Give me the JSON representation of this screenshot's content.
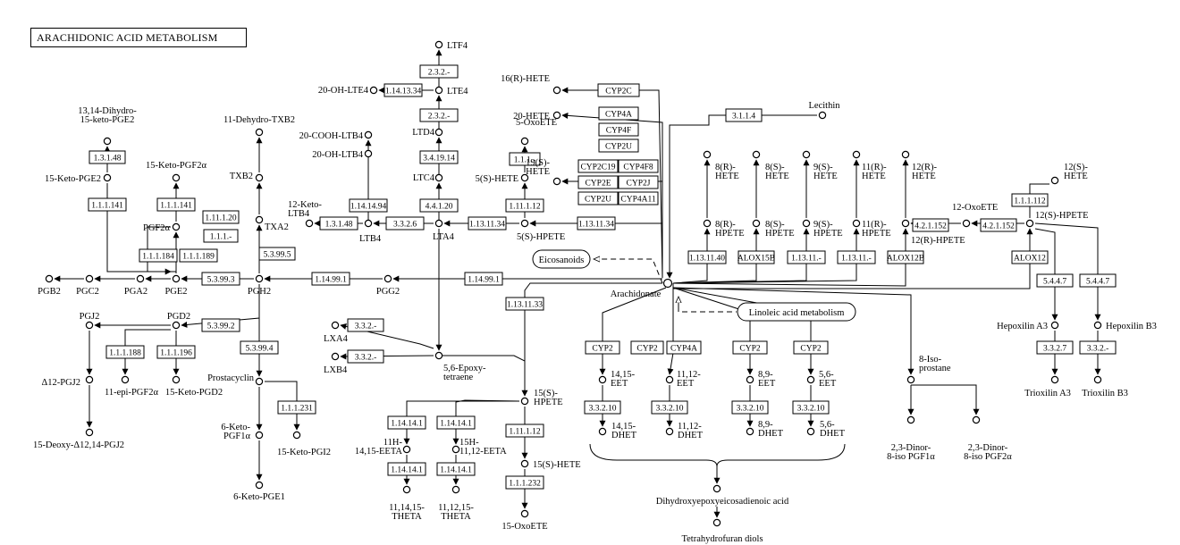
{
  "title": "ARACHIDONIC ACID METABOLISM",
  "compounds": [
    {
      "id": "LTF4",
      "lines": [
        "LTF4"
      ]
    },
    {
      "id": "LTE4",
      "lines": [
        "LTE4"
      ]
    },
    {
      "id": "OHLTE4",
      "lines": [
        "20-OH-LTE4"
      ]
    },
    {
      "id": "LTD4",
      "lines": [
        "LTD4"
      ]
    },
    {
      "id": "COOHLTB4",
      "lines": [
        "20-COOH-LTB4"
      ]
    },
    {
      "id": "OHLTB4",
      "lines": [
        "20-OH-LTB4"
      ]
    },
    {
      "id": "LTC4",
      "lines": [
        "LTC4"
      ]
    },
    {
      "id": "LTA4",
      "lines": [
        "LTA4"
      ]
    },
    {
      "id": "LTB4",
      "lines": [
        "LTB4"
      ]
    },
    {
      "id": "KETOLTB4",
      "lines": [
        "12-Keto-",
        "LTB4"
      ]
    },
    {
      "id": "DHKPGE2",
      "lines": [
        "13,14-Dihydro-",
        "15-keto-PGE2"
      ]
    },
    {
      "id": "KPGE2",
      "lines": [
        "15-Keto-PGE2"
      ]
    },
    {
      "id": "DHTXB2",
      "lines": [
        "11-Dehydro-TXB2"
      ]
    },
    {
      "id": "TXB2",
      "lines": [
        "TXB2"
      ]
    },
    {
      "id": "TXA2",
      "lines": [
        "TXA2"
      ]
    },
    {
      "id": "KPGF2A",
      "lines": [
        "15-Keto-PGF2α"
      ]
    },
    {
      "id": "PGF2A",
      "lines": [
        "PGF2α"
      ]
    },
    {
      "id": "PGE2",
      "lines": [
        "PGE2"
      ]
    },
    {
      "id": "PGA2",
      "lines": [
        "PGA2"
      ]
    },
    {
      "id": "PGC2",
      "lines": [
        "PGC2"
      ]
    },
    {
      "id": "PGB2",
      "lines": [
        "PGB2"
      ]
    },
    {
      "id": "PGH2",
      "lines": [
        "PGH2"
      ]
    },
    {
      "id": "PGG2",
      "lines": [
        "PGG2"
      ]
    },
    {
      "id": "PGD2",
      "lines": [
        "PGD2"
      ]
    },
    {
      "id": "PGJ2",
      "lines": [
        "PGJ2"
      ]
    },
    {
      "id": "D12PGJ2",
      "lines": [
        "Δ12-PGJ2"
      ]
    },
    {
      "id": "EPIPGF2A",
      "lines": [
        "11-epi-PGF2α"
      ]
    },
    {
      "id": "KPGD2",
      "lines": [
        "15-Keto-PGD2"
      ]
    },
    {
      "id": "DEOXYPGJ2",
      "lines": [
        "15-Deoxy-Δ12,14-PGJ2"
      ]
    },
    {
      "id": "PROSTACYCLIN",
      "lines": [
        "Prostacyclin"
      ]
    },
    {
      "id": "KPGF1A",
      "lines": [
        "6-Keto-",
        "PGF1α"
      ]
    },
    {
      "id": "KPGI2",
      "lines": [
        "15-Keto-PGI2"
      ]
    },
    {
      "id": "KPGE1",
      "lines": [
        "6-Keto-PGE1"
      ]
    },
    {
      "id": "LXA4",
      "lines": [
        "LXA4"
      ]
    },
    {
      "id": "LXB4",
      "lines": [
        "LXB4"
      ]
    },
    {
      "id": "EPOXYTET",
      "lines": [
        "5,6-Epoxy-",
        "tetraene"
      ]
    },
    {
      "id": "OXOETE5",
      "lines": [
        "5-OxoETE"
      ]
    },
    {
      "id": "HETE5S",
      "lines": [
        "5(S)-HETE"
      ]
    },
    {
      "id": "HPETE5S",
      "lines": [
        "5(S)-HPETE"
      ]
    },
    {
      "id": "HETE16R",
      "lines": [
        "16(R)-HETE"
      ]
    },
    {
      "id": "HETE20",
      "lines": [
        "20-HETE"
      ]
    },
    {
      "id": "HETE19S",
      "lines": [
        "19(S)-",
        "HETE"
      ]
    },
    {
      "id": "LECITHIN",
      "lines": [
        "Lecithin"
      ]
    },
    {
      "id": "HETE8R",
      "lines": [
        "8(R)-",
        "HETE"
      ]
    },
    {
      "id": "HETE8S",
      "lines": [
        "8(S)-",
        "HETE"
      ]
    },
    {
      "id": "HETE9S",
      "lines": [
        "9(S)-",
        "HETE"
      ]
    },
    {
      "id": "HETE11R",
      "lines": [
        "11(R)-",
        "HETE"
      ]
    },
    {
      "id": "HETE12R",
      "lines": [
        "12(R)-",
        "HETE"
      ]
    },
    {
      "id": "HETE12S",
      "lines": [
        "12(S)-",
        "HETE"
      ]
    },
    {
      "id": "HPETE8R",
      "lines": [
        "8(R)-",
        "HPETE"
      ]
    },
    {
      "id": "HPETE8S",
      "lines": [
        "8(S)-",
        "HPETE"
      ]
    },
    {
      "id": "HPETE9S",
      "lines": [
        "9(S)-",
        "HPETE"
      ]
    },
    {
      "id": "HPETE11R",
      "lines": [
        "11(R)-",
        "HPETE"
      ]
    },
    {
      "id": "HPETE12R",
      "lines": [
        "12(R)-HPETE"
      ]
    },
    {
      "id": "OXOETE12",
      "lines": [
        "12-OxoETE"
      ]
    },
    {
      "id": "HPETE12S",
      "lines": [
        "12(S)-HPETE"
      ]
    },
    {
      "id": "ARACH",
      "lines": [
        "Arachidonate"
      ]
    },
    {
      "id": "HXA3",
      "lines": [
        "Hepoxilin A3"
      ]
    },
    {
      "id": "HXB3",
      "lines": [
        "Hepoxilin B3"
      ]
    },
    {
      "id": "TXA3",
      "lines": [
        "Trioxilin A3"
      ]
    },
    {
      "id": "TXB3",
      "lines": [
        "Trioxilin B3"
      ]
    },
    {
      "id": "ISOPROST",
      "lines": [
        "8-Iso-",
        "prostane"
      ]
    },
    {
      "id": "DINOR1",
      "lines": [
        "2,3-Dinor-",
        "8-iso PGF1α"
      ]
    },
    {
      "id": "DINOR2",
      "lines": [
        "2,3-Dinor-",
        "8-iso PGF2α"
      ]
    },
    {
      "id": "HPETE15S",
      "lines": [
        "15(S)-",
        "HPETE"
      ]
    },
    {
      "id": "HETE15S",
      "lines": [
        "15(S)-HETE"
      ]
    },
    {
      "id": "OXOETE15",
      "lines": [
        "15-OxoETE"
      ]
    },
    {
      "id": "EETA14",
      "lines": [
        "11H-",
        "14,15-EETA"
      ]
    },
    {
      "id": "EETA11",
      "lines": [
        "15H-",
        "11,12-EETA"
      ]
    },
    {
      "id": "THETA14",
      "lines": [
        "11,14,15-",
        "THETA"
      ]
    },
    {
      "id": "THETA11",
      "lines": [
        "11,12,15-",
        "THETA"
      ]
    },
    {
      "id": "EET14",
      "lines": [
        "14,15-",
        "EET"
      ]
    },
    {
      "id": "EET11",
      "lines": [
        "11,12-",
        "EET"
      ]
    },
    {
      "id": "EET8",
      "lines": [
        "8,9-",
        "EET"
      ]
    },
    {
      "id": "EET5",
      "lines": [
        "5,6-",
        "EET"
      ]
    },
    {
      "id": "DHET14",
      "lines": [
        "14,15-",
        "DHET"
      ]
    },
    {
      "id": "DHET11",
      "lines": [
        "11,12-",
        "DHET"
      ]
    },
    {
      "id": "DHET8",
      "lines": [
        "8,9-",
        "DHET"
      ]
    },
    {
      "id": "DHET5",
      "lines": [
        "5,6-",
        "DHET"
      ]
    },
    {
      "id": "DHEDA",
      "lines": [
        "Dihydroxyepoxyeicosadienoic acid"
      ]
    },
    {
      "id": "THFD",
      "lines": [
        "Tetrahydrofuran diols"
      ]
    }
  ],
  "enzymes": [
    {
      "id": "e1",
      "label": "2.3.2.-"
    },
    {
      "id": "e2",
      "label": "1.14.13.34"
    },
    {
      "id": "e3",
      "label": "2.3.2.-"
    },
    {
      "id": "e4",
      "label": "3.4.19.14"
    },
    {
      "id": "e5",
      "label": "4.4.1.20"
    },
    {
      "id": "e6",
      "label": "1.14.14.94"
    },
    {
      "id": "e7",
      "label": "1.3.1.48"
    },
    {
      "id": "e8",
      "label": "3.3.2.6"
    },
    {
      "id": "e9",
      "label": "1.13.11.34"
    },
    {
      "id": "e10",
      "label": "1.13.11.34"
    },
    {
      "id": "e11",
      "label": "1.1.1.-"
    },
    {
      "id": "e12",
      "label": "1.11.1.12"
    },
    {
      "id": "e13",
      "label": "1.3.1.48"
    },
    {
      "id": "e14",
      "label": "1.1.1.141"
    },
    {
      "id": "e15",
      "label": "1.1.1.141"
    },
    {
      "id": "e16",
      "label": "1.11.1.20"
    },
    {
      "id": "e17",
      "label": "1.1.1.-"
    },
    {
      "id": "e18",
      "label": "1.1.1.184"
    },
    {
      "id": "e19",
      "label": "1.1.1.189"
    },
    {
      "id": "e20",
      "label": "5.3.99.5"
    },
    {
      "id": "e21",
      "label": "5.3.99.3"
    },
    {
      "id": "e22",
      "label": "1.14.99.1"
    },
    {
      "id": "e23",
      "label": "1.14.99.1"
    },
    {
      "id": "e24",
      "label": "5.3.99.2"
    },
    {
      "id": "e25",
      "label": "1.1.1.188"
    },
    {
      "id": "e26",
      "label": "1.1.1.196"
    },
    {
      "id": "e27",
      "label": "5.3.99.4"
    },
    {
      "id": "e28",
      "label": "1.1.1.231"
    },
    {
      "id": "e29",
      "label": "3.3.2.-"
    },
    {
      "id": "e30",
      "label": "3.3.2.-"
    },
    {
      "id": "e31",
      "label": "1.13.11.33"
    },
    {
      "id": "e32",
      "label": "1.14.14.1"
    },
    {
      "id": "e33",
      "label": "1.14.14.1"
    },
    {
      "id": "e34",
      "label": "1.14.14.1"
    },
    {
      "id": "e35",
      "label": "1.14.14.1"
    },
    {
      "id": "e36",
      "label": "1.11.1.12"
    },
    {
      "id": "e37",
      "label": "1.1.1.232"
    },
    {
      "id": "e38",
      "label": "CYP2C"
    },
    {
      "id": "e39",
      "label": "CYP4A"
    },
    {
      "id": "e40",
      "label": "CYP4F"
    },
    {
      "id": "e41",
      "label": "CYP2U"
    },
    {
      "id": "e42",
      "label": "CYP2C19"
    },
    {
      "id": "e43",
      "label": "CYP4F8"
    },
    {
      "id": "e44",
      "label": "CYP2E"
    },
    {
      "id": "e45",
      "label": "CYP2J"
    },
    {
      "id": "e46",
      "label": "CYP2U"
    },
    {
      "id": "e47",
      "label": "CYP4A11"
    },
    {
      "id": "e48",
      "label": "3.1.1.4"
    },
    {
      "id": "e49",
      "label": "1.13.11.40"
    },
    {
      "id": "e50",
      "label": "ALOX15B"
    },
    {
      "id": "e51",
      "label": "1.13.11.-"
    },
    {
      "id": "e52",
      "label": "1.13.11.-"
    },
    {
      "id": "e53",
      "label": "ALOX12B"
    },
    {
      "id": "e54",
      "label": "4.2.1.152"
    },
    {
      "id": "e55",
      "label": "4.2.1.152"
    },
    {
      "id": "e56",
      "label": "1.1.1.112"
    },
    {
      "id": "e57",
      "label": "ALOX12"
    },
    {
      "id": "e58",
      "label": "5.4.4.7"
    },
    {
      "id": "e59",
      "label": "5.4.4.7"
    },
    {
      "id": "e60",
      "label": "3.3.2.7"
    },
    {
      "id": "e61",
      "label": "3.3.2.-"
    },
    {
      "id": "e62",
      "label": "CYP2"
    },
    {
      "id": "e63",
      "label": "CYP2"
    },
    {
      "id": "e64",
      "label": "CYP4A"
    },
    {
      "id": "e65",
      "label": "CYP2"
    },
    {
      "id": "e66",
      "label": "CYP2"
    },
    {
      "id": "e67",
      "label": "3.3.2.10"
    },
    {
      "id": "e68",
      "label": "3.3.2.10"
    },
    {
      "id": "e69",
      "label": "3.3.2.10"
    },
    {
      "id": "e70",
      "label": "3.3.2.10"
    }
  ],
  "maps": [
    {
      "id": "eicosanoids",
      "label": "Eicosanoids"
    },
    {
      "id": "linoleic",
      "label": "Linoleic acid metabolism"
    }
  ]
}
